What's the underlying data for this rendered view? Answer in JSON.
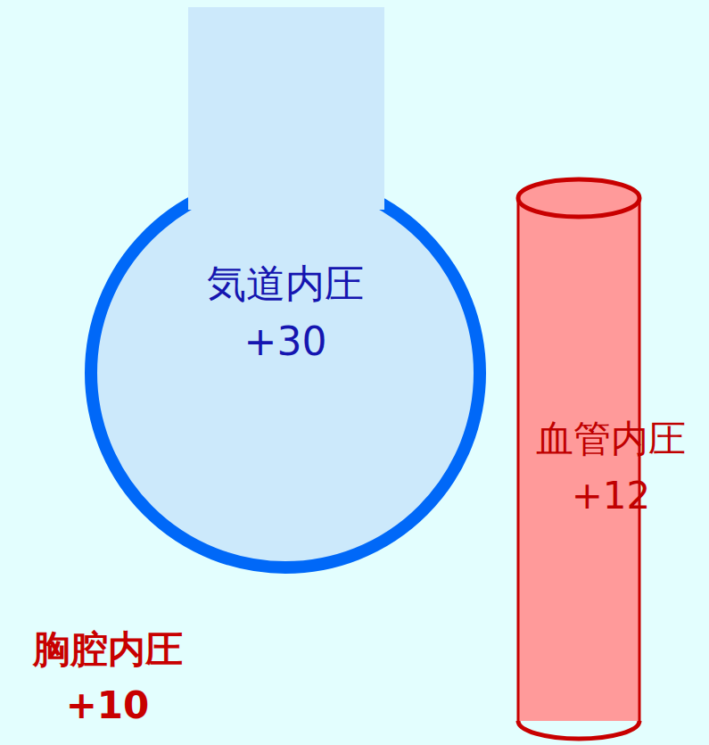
{
  "diagram": {
    "nodes": [
      {
        "text": [
          "気道内圧 +30"
        ]
      },
      {
        "text": [
          "血管内圧 +12"
        ]
      }
    ],
    "labels": [
      "胸腔内圧 +10"
    ]
  }
}
